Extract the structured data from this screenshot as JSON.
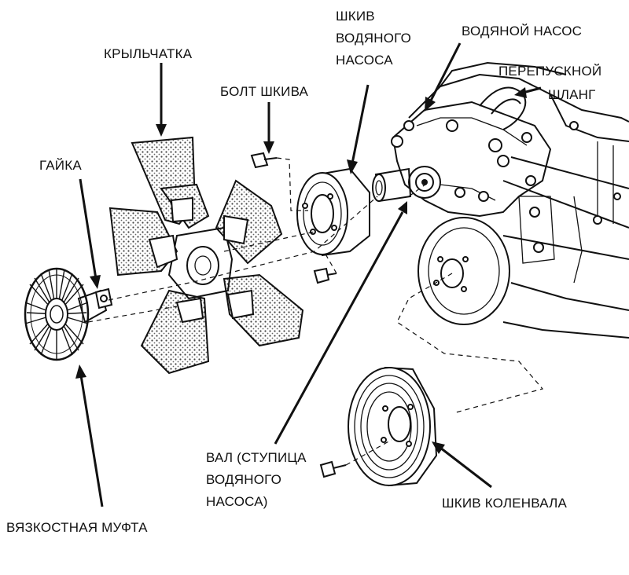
{
  "labels": {
    "impeller": "КРЫЛЬЧАТКА",
    "pulley_bolt": "БОЛТ ШКИВА",
    "pulley_water_l1": "ШКИВ",
    "pulley_water_l2": "ВОДЯНОГО",
    "pulley_water_l3": "НАСОСА",
    "water_pump": "ВОДЯНОЙ НАСОС",
    "bypass_l1": "ПЕРЕПУСКНОЙ",
    "bypass_l2": "ШЛАНГ",
    "nut": "ГАЙКА",
    "shaft_l1": "ВАЛ (СТУПИЦА",
    "shaft_l2": "ВОДЯНОГО",
    "shaft_l3": "НАСОСА)",
    "crank_pulley": "ШКИВ КОЛЕНВАЛА",
    "viscous_coupling": "ВЯЗКОСТНАЯ МУФТА"
  }
}
